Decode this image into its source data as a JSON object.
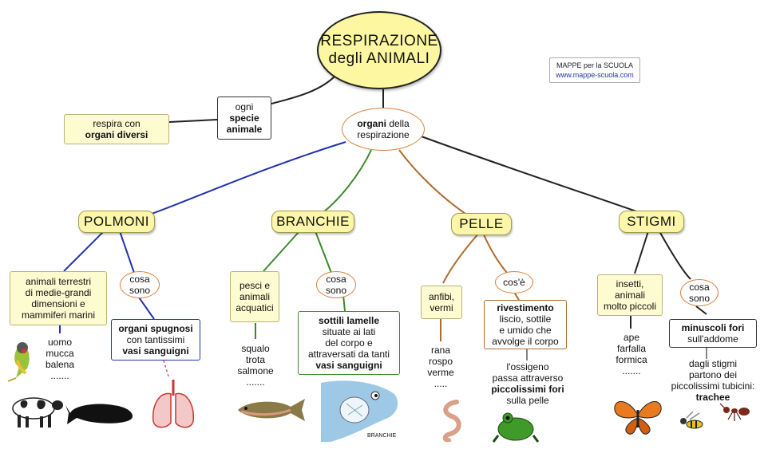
{
  "colors": {
    "blue": "#2233aa",
    "green": "#3a8a2a",
    "brown": "#b06a2a",
    "black": "#222222",
    "oval_border": "#d9823c",
    "title_fill": "#fcf7a0",
    "category_fill": "#fcf7a8",
    "note_fill": "#fdfbd0"
  },
  "title": {
    "line1": "RESPIRAZIONE",
    "line2": "degli ANIMALI"
  },
  "reference": {
    "line1": "MAPPE per la SCUOLA",
    "line2": "www.mappe-scuola.com"
  },
  "ogni": {
    "line1": "ogni",
    "line2": "specie",
    "line3": "animale"
  },
  "respira": {
    "line1": "respira con",
    "line2": "organi diversi"
  },
  "organi": {
    "bold": "organi",
    "rest": " della",
    "line2": "respirazione"
  },
  "polmoni": {
    "label": "POLMONI",
    "who": {
      "line1": "animali terrestri",
      "line2": "di medie-grandi",
      "line3": "dimensioni e",
      "line4": "mammiferi marini"
    },
    "examples": {
      "line1": "uomo",
      "line2": "mucca",
      "line3": "balena",
      "line4": "......."
    },
    "cosa": {
      "line1": "cosa",
      "line2": "sono"
    },
    "def": {
      "line1": "organi spugnosi",
      "line2": "con tantissimi",
      "line3": "vasi sanguigni"
    }
  },
  "branchie": {
    "label": "BRANCHIE",
    "who": {
      "line1": "pesci e",
      "line2": "animali",
      "line3": "acquatici"
    },
    "examples": {
      "line1": "squalo",
      "line2": "trota",
      "line3": "salmone",
      "line4": "......."
    },
    "cosa": {
      "line1": "cosa",
      "line2": "sono"
    },
    "def": {
      "line1": "sottili lamelle",
      "line2": "situate ai lati",
      "line3": "del corpo e",
      "line4": "attraversati da tanti",
      "line5": "vasi sanguigni"
    },
    "image_label": "BRANCHIE"
  },
  "pelle": {
    "label": "PELLE",
    "who": {
      "line1": "anfibi,",
      "line2": "vermi"
    },
    "examples": {
      "line1": "rana",
      "line2": "rospo",
      "line3": "verme",
      "line4": "....."
    },
    "cosa": {
      "line1": "cos'è"
    },
    "def": {
      "line1": "rivestimento",
      "line2": "liscio, sottile",
      "line3": "e umido che",
      "line4": "avvolge il corpo"
    },
    "note": {
      "line1": "l'ossigeno",
      "line2": "passa attraverso",
      "line3": "piccolissimi fori",
      "line4": "sulla pelle"
    }
  },
  "stigmi": {
    "label": "STIGMI",
    "who": {
      "line1": "insetti,",
      "line2": "animali",
      "line3": "molto piccoli"
    },
    "examples": {
      "line1": "ape",
      "line2": "farfalla",
      "line3": "formica",
      "line4": "......."
    },
    "cosa": {
      "line1": "cosa",
      "line2": "sono"
    },
    "def": {
      "line1": "minuscoli fori",
      "line2": "sull'addome"
    },
    "note": {
      "line1": "dagli stigmi",
      "line2": "partono dei",
      "line3": "piccolissimi tubicini:",
      "line4": "trachee"
    }
  }
}
